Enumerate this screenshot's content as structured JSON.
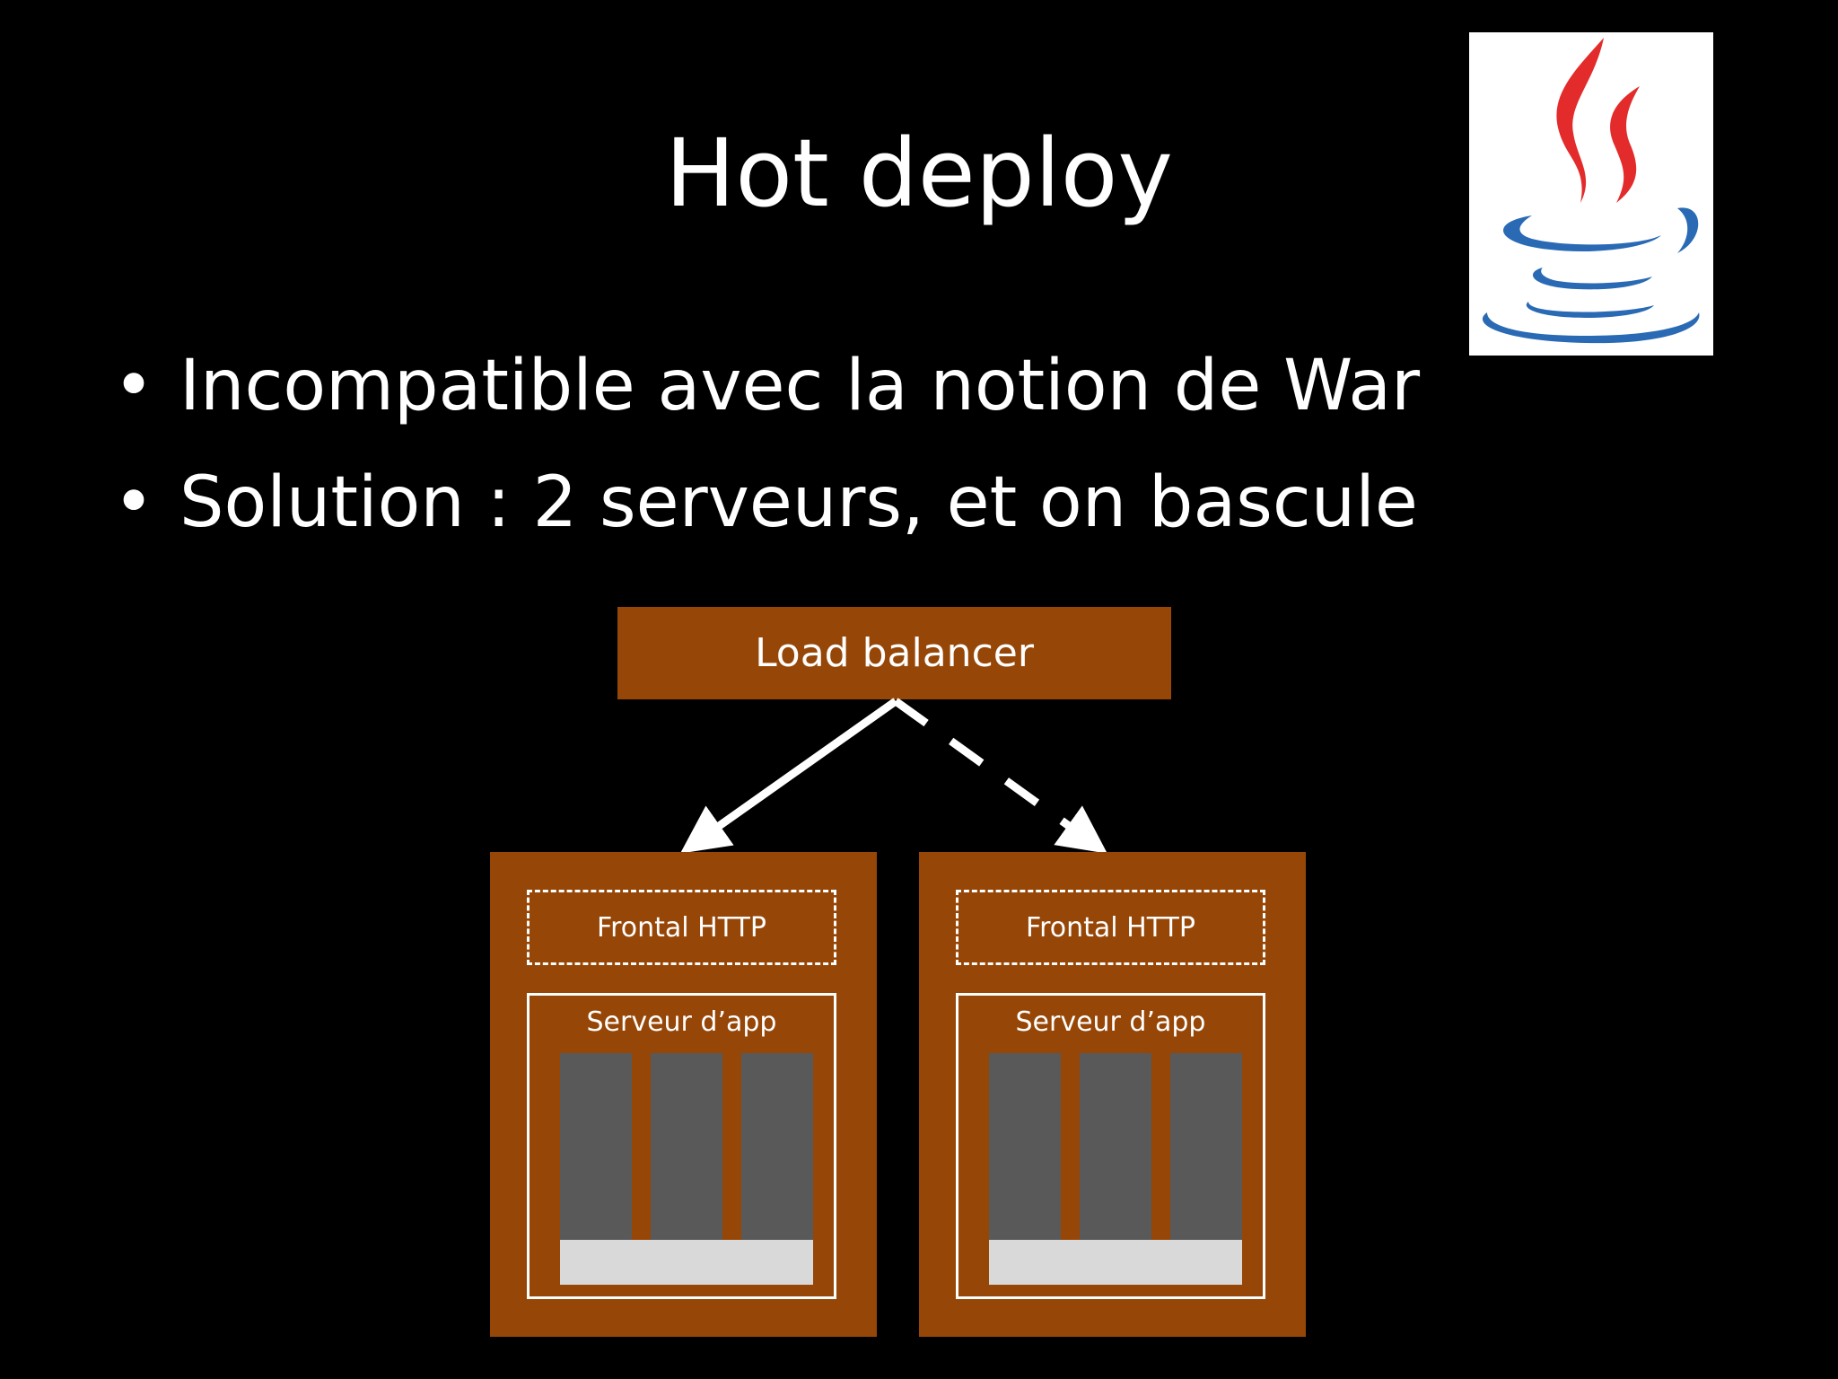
{
  "slide": {
    "title": "Hot deploy",
    "bullet_glyph": "•",
    "bullets": [
      "Incompatible avec la notion de War",
      "Solution : 2 serveurs, et on bascule"
    ]
  },
  "logo": {
    "icon": "java-coffee-cup-icon",
    "colors": {
      "steam": "#e32b2b",
      "cup": "#2a6ab5"
    }
  },
  "diagram": {
    "load_balancer": "Load balancer",
    "servers": [
      {
        "frontal": "Frontal HTTP",
        "app_server": "Serveur d’app",
        "connection": "solid"
      },
      {
        "frontal": "Frontal HTTP",
        "app_server": "Serveur d’app",
        "connection": "dashed"
      }
    ],
    "colors": {
      "box": "#964607",
      "app_column": "#595959",
      "app_base": "#d9d9d9"
    }
  }
}
